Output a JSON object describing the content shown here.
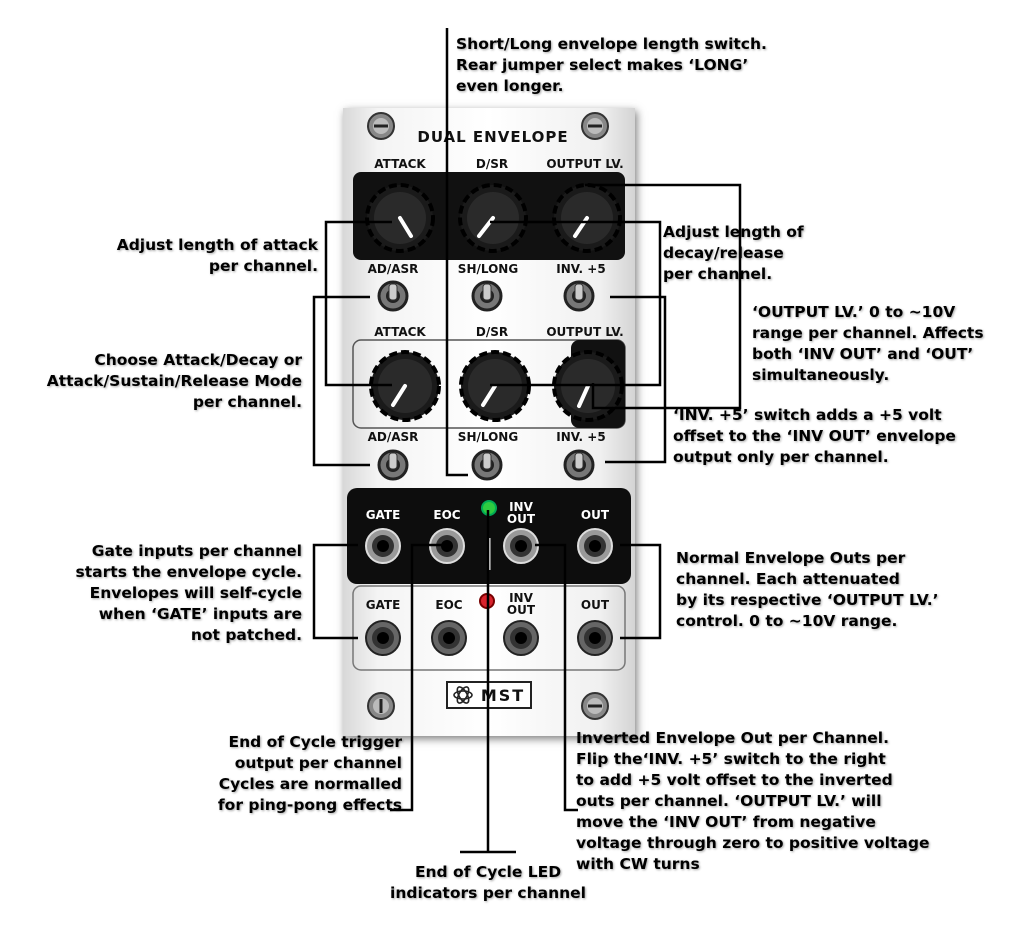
{
  "module": {
    "title": "DUAL ENVELOPE",
    "brand_logo": "MST",
    "row1_labels": [
      "ATTACK",
      "D/SR",
      "OUTPUT LV."
    ],
    "row1_switch_labels": [
      "AD/ASR",
      "SH/LONG",
      "INV. +5"
    ],
    "row2_labels": [
      "ATTACK",
      "D/SR",
      "OUTPUT LV."
    ],
    "row2_switch_labels": [
      "AD/ASR",
      "SH/LONG",
      "INV. +5"
    ],
    "jack_labels_top": [
      "GATE",
      "EOC",
      "INV OUT",
      "OUT"
    ],
    "jack_labels_bottom": [
      "GATE",
      "EOC",
      "INV OUT",
      "OUT"
    ],
    "led_colors": {
      "top": "#2ecc40",
      "bottom": "#d9232d"
    }
  },
  "callouts": {
    "short_long": [
      "Short/Long envelope length switch.",
      "Rear jumper select makes ‘LONG’",
      "even longer."
    ],
    "attack": [
      "Adjust length of attack",
      "per channel."
    ],
    "decay": [
      "Adjust length of",
      "decay/release",
      "per channel."
    ],
    "output_lv": [
      "‘OUTPUT LV.’ 0 to ~10V",
      "range per channel.  Affects",
      "both ‘INV OUT’ and ‘OUT’",
      "simultaneously."
    ],
    "mode": [
      "Choose Attack/Decay or",
      "Attack/Sustain/Release Mode",
      "per channel."
    ],
    "inv5": [
      "‘INV. +5’ switch adds a +5 volt",
      "offset to the ‘INV OUT’ envelope",
      "output only per channel."
    ],
    "gate": [
      "Gate inputs per channel",
      "starts the envelope cycle.",
      "Envelopes will self-cycle",
      "when ‘GATE’ inputs are",
      "not patched."
    ],
    "normal_out": [
      "Normal Envelope Outs per",
      "channel. Each attenuated",
      "by its respective ‘OUTPUT LV.’",
      "control. 0 to ~10V range."
    ],
    "eoc": [
      "End of Cycle trigger",
      "output per channel",
      "Cycles are normalled",
      "for ping-pong effects"
    ],
    "inv_out": [
      "Inverted Envelope Out per Channel.",
      "Flip the‘INV. +5’ switch to the right",
      "to add +5 volt offset to the inverted",
      "outs per channel. ‘OUTPUT LV.’ will",
      "move the ‘INV OUT’ from negative",
      "voltage through zero to positive voltage",
      "with CW turns"
    ],
    "led": [
      "End of Cycle LED",
      "indicators per channel"
    ]
  }
}
